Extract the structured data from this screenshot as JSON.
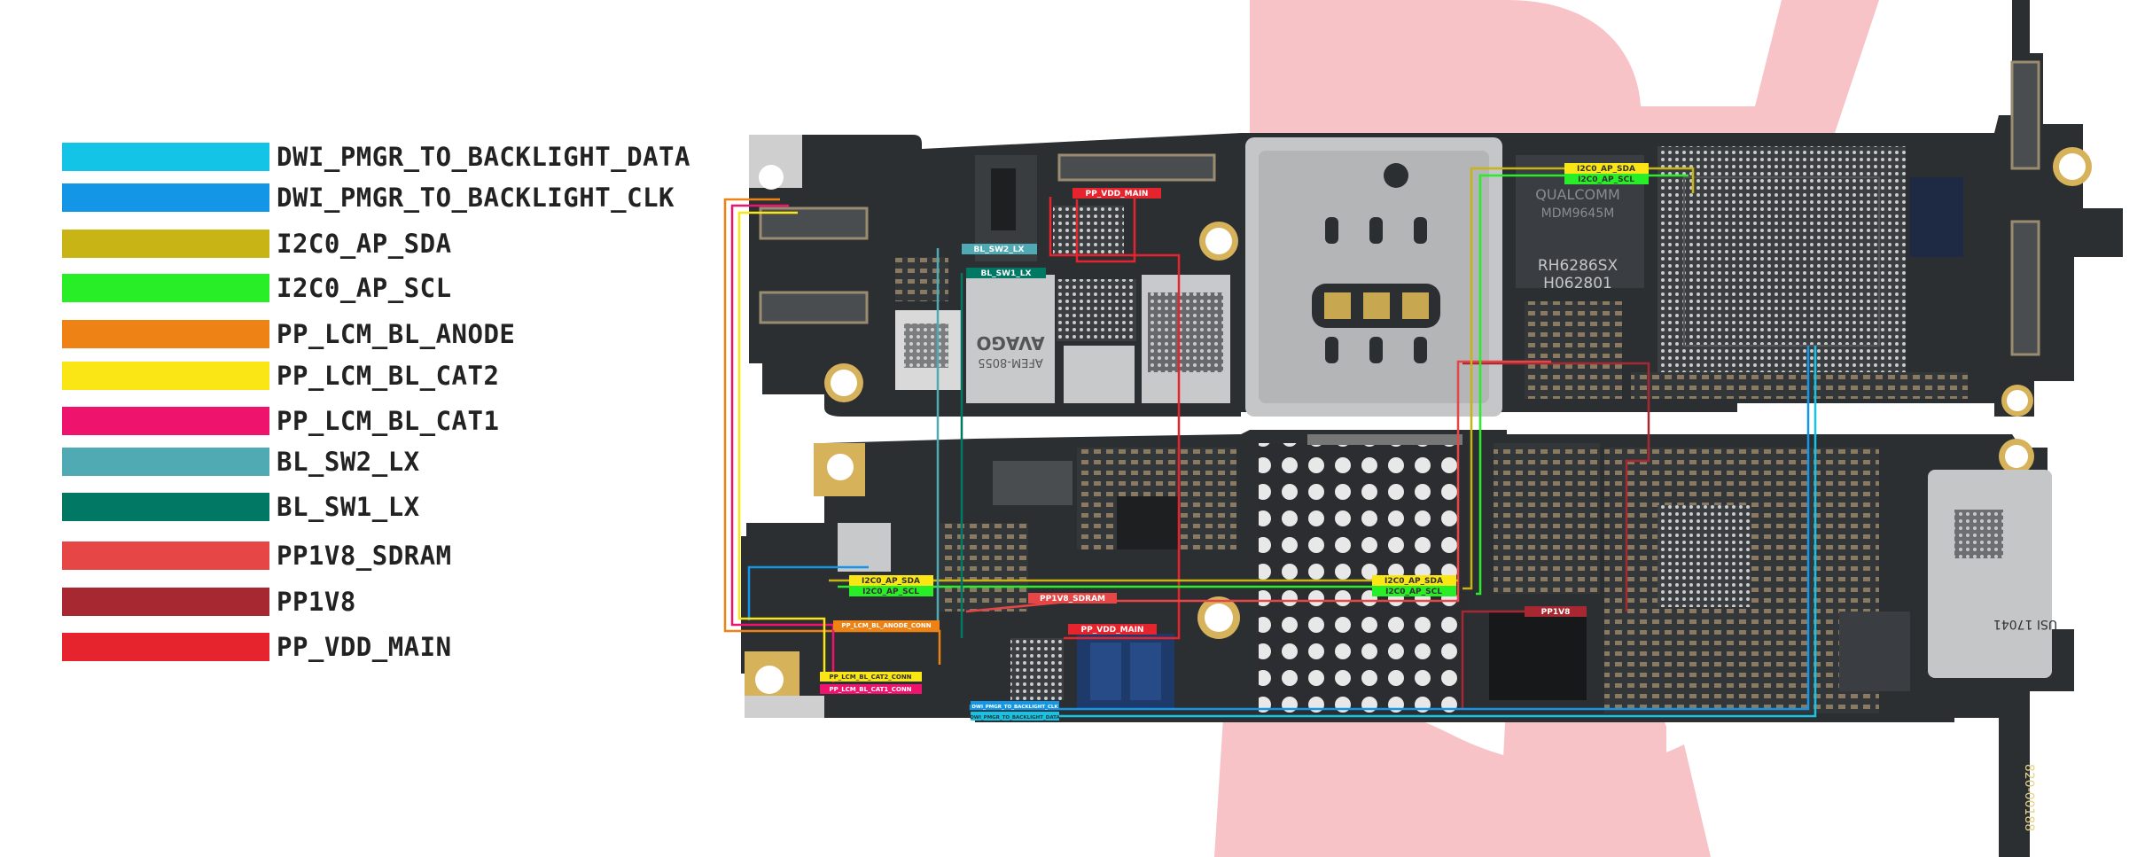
{
  "legend": {
    "items": [
      {
        "label": "DWI_PMGR_TO_BACKLIGHT_DATA",
        "color": "#14c4e6"
      },
      {
        "label": "DWI_PMGR_TO_BACKLIGHT_CLK",
        "color": "#1496e6"
      },
      {
        "label": "I2C0_AP_SDA",
        "color": "#c8b414"
      },
      {
        "label": "I2C0_AP_SCL",
        "color": "#28ee28"
      },
      {
        "label": "PP_LCM_BL_ANODE",
        "color": "#ee8214"
      },
      {
        "label": "PP_LCM_BL_CAT2",
        "color": "#fae614"
      },
      {
        "label": "PP_LCM_BL_CAT1",
        "color": "#ee146e"
      },
      {
        "label": "BL_SW2_LX",
        "color": "#50aab4"
      },
      {
        "label": "BL_SW1_LX",
        "color": "#007864"
      },
      {
        "label": "PP1V8_SDRAM",
        "color": "#e64646"
      },
      {
        "label": "PP1V8",
        "color": "#a82832"
      },
      {
        "label": "PP_VDD_MAIN",
        "color": "#e6242e"
      }
    ]
  },
  "board": {
    "tags": {
      "pp_vdd_main_top": "PP_VDD_MAIN",
      "bl_sw2_lx": "BL_SW2_LX",
      "bl_sw1_lx": "BL_SW1_LX",
      "i2c_sda_top": "I2C0_AP_SDA",
      "i2c_scl_top": "I2C0_AP_SCL",
      "i2c_sda_bottom_left": "I2C0_AP_SDA",
      "i2c_scl_bottom_left": "I2C0_AP_SCL",
      "i2c_sda_bottom_right": "I2C0_AP_SDA",
      "i2c_scl_bottom_right": "I2C0_AP_SCL",
      "pp1v8_sdram": "PP1V8_SDRAM",
      "pp_vdd_main_bottom": "PP_VDD_MAIN",
      "pp1v8": "PP1V8",
      "pp_lcm_bl_anode_conn": "PP_LCM_BL_ANODE_CONN",
      "pp_lcm_bl_cat2_conn": "PP_LCM_BL_CAT2_CONN",
      "pp_lcm_bl_cat1_conn": "PP_LCM_BL_CAT1_CONN",
      "dwi_clk": "DWI_PMGR_TO_BACKLIGHT_CLK",
      "dwi_data": "DWI_PMGR_TO_BACKLIGHT_DATA"
    },
    "chips": {
      "avago_brand": "AVAGO",
      "avago_part": "AFEM-8055",
      "qualcomm_brand": "QUALCOMM",
      "qualcomm_part": "MDM9645M",
      "qualcomm_code": "RH6286SX",
      "qualcomm_lot": "H062801",
      "sticker_id": "USI 17041",
      "board_number": "820-00188"
    }
  }
}
